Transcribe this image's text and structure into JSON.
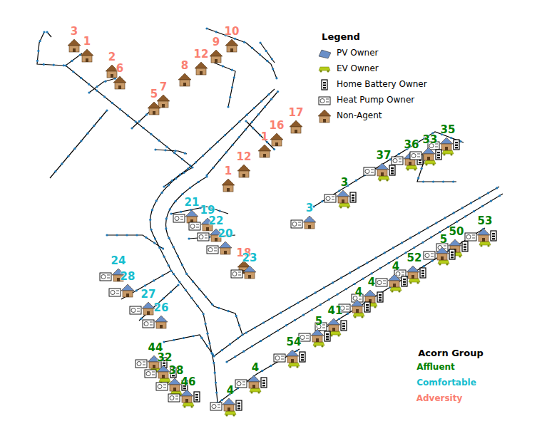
{
  "diagram": {
    "labels": [
      "Legend",
      "Acorn Group",
      "Affluent",
      "Comfortable",
      "Adversity",
      "3",
      "1",
      "2",
      "6",
      "10",
      "9",
      "12",
      "8",
      "7",
      "5",
      "17",
      "16",
      "1",
      "12",
      "1",
      "18",
      "21",
      "19",
      "22",
      "20",
      "23",
      "24",
      "28",
      "27",
      "26",
      "3",
      "35",
      "36",
      "33",
      "37",
      "3",
      "53",
      "50",
      "5",
      "52",
      "4",
      "4",
      "4",
      "41",
      "5",
      "54",
      "44",
      "32",
      "38",
      "46",
      "4",
      "4"
    ],
    "legend": [
      {
        "text": "PV Owner"
      },
      {
        "text": "EV Owner"
      },
      {
        "text": "Home Battery Owner"
      },
      {
        "text": "Heat Pump Owner"
      },
      {
        "text": "Non-Agent"
      }
    ]
  }
}
